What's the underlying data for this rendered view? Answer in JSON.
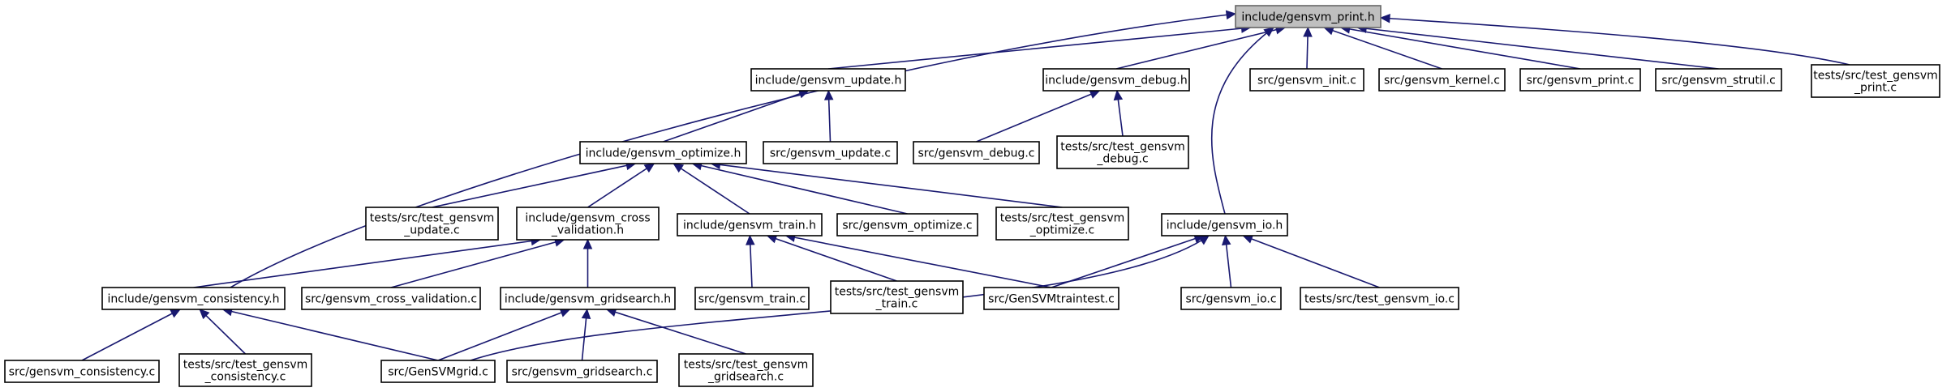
{
  "graph": {
    "nodes": [
      {
        "id": "print_h",
        "lines": [
          "include/gensvm_print.h"
        ],
        "root": true
      },
      {
        "id": "consistency_h",
        "lines": [
          "include/gensvm_consistency.h"
        ]
      },
      {
        "id": "update_h",
        "lines": [
          "include/gensvm_update.h"
        ]
      },
      {
        "id": "debug_h",
        "lines": [
          "include/gensvm_debug.h"
        ]
      },
      {
        "id": "io_h",
        "lines": [
          "include/gensvm_io.h"
        ]
      },
      {
        "id": "init_c",
        "lines": [
          "src/gensvm_init.c"
        ]
      },
      {
        "id": "kernel_c",
        "lines": [
          "src/gensvm_kernel.c"
        ]
      },
      {
        "id": "print_c",
        "lines": [
          "src/gensvm_print.c"
        ]
      },
      {
        "id": "strutil_c",
        "lines": [
          "src/gensvm_strutil.c"
        ]
      },
      {
        "id": "test_print_c",
        "lines": [
          "tests/src/test_gensvm",
          "_print.c"
        ]
      },
      {
        "id": "optimize_h",
        "lines": [
          "include/gensvm_optimize.h"
        ]
      },
      {
        "id": "update_c",
        "lines": [
          "src/gensvm_update.c"
        ]
      },
      {
        "id": "debug_c",
        "lines": [
          "src/gensvm_debug.c"
        ]
      },
      {
        "id": "test_debug_c",
        "lines": [
          "tests/src/test_gensvm",
          "_debug.c"
        ]
      },
      {
        "id": "test_update_c",
        "lines": [
          "tests/src/test_gensvm",
          "_update.c"
        ]
      },
      {
        "id": "cross_validation_h",
        "lines": [
          "include/gensvm_cross",
          "_validation.h"
        ]
      },
      {
        "id": "train_h",
        "lines": [
          "include/gensvm_train.h"
        ]
      },
      {
        "id": "optimize_c",
        "lines": [
          "src/gensvm_optimize.c"
        ]
      },
      {
        "id": "test_optimize_c",
        "lines": [
          "tests/src/test_gensvm",
          "_optimize.c"
        ]
      },
      {
        "id": "cross_validation_c",
        "lines": [
          "src/gensvm_cross_validation.c"
        ]
      },
      {
        "id": "gridsearch_h",
        "lines": [
          "include/gensvm_gridsearch.h"
        ]
      },
      {
        "id": "train_c",
        "lines": [
          "src/gensvm_train.c"
        ]
      },
      {
        "id": "test_train_c",
        "lines": [
          "tests/src/test_gensvm",
          "_train.c"
        ]
      },
      {
        "id": "traintest_c",
        "lines": [
          "src/GenSVMtraintest.c"
        ]
      },
      {
        "id": "io_c",
        "lines": [
          "src/gensvm_io.c"
        ]
      },
      {
        "id": "test_io_c",
        "lines": [
          "tests/src/test_gensvm_io.c"
        ]
      },
      {
        "id": "consistency_c",
        "lines": [
          "src/gensvm_consistency.c"
        ]
      },
      {
        "id": "test_consistency_c",
        "lines": [
          "tests/src/test_gensvm",
          "_consistency.c"
        ]
      },
      {
        "id": "grid_c",
        "lines": [
          "src/GenSVMgrid.c"
        ]
      },
      {
        "id": "gridsearch_c",
        "lines": [
          "src/gensvm_gridsearch.c"
        ]
      },
      {
        "id": "test_gridsearch_c",
        "lines": [
          "tests/src/test_gensvm",
          "_gridsearch.c"
        ]
      }
    ],
    "edges": [
      {
        "from": "consistency_h",
        "to": "print_h"
      },
      {
        "from": "update_h",
        "to": "print_h"
      },
      {
        "from": "debug_h",
        "to": "print_h"
      },
      {
        "from": "io_h",
        "to": "print_h"
      },
      {
        "from": "init_c",
        "to": "print_h"
      },
      {
        "from": "kernel_c",
        "to": "print_h"
      },
      {
        "from": "print_c",
        "to": "print_h"
      },
      {
        "from": "strutil_c",
        "to": "print_h"
      },
      {
        "from": "test_print_c",
        "to": "print_h"
      },
      {
        "from": "optimize_h",
        "to": "update_h"
      },
      {
        "from": "update_c",
        "to": "update_h"
      },
      {
        "from": "debug_c",
        "to": "debug_h"
      },
      {
        "from": "test_debug_c",
        "to": "debug_h"
      },
      {
        "from": "test_update_c",
        "to": "optimize_h"
      },
      {
        "from": "cross_validation_h",
        "to": "optimize_h"
      },
      {
        "from": "train_h",
        "to": "optimize_h"
      },
      {
        "from": "optimize_c",
        "to": "optimize_h"
      },
      {
        "from": "test_optimize_c",
        "to": "optimize_h"
      },
      {
        "from": "consistency_h",
        "to": "cross_validation_h"
      },
      {
        "from": "cross_validation_c",
        "to": "cross_validation_h"
      },
      {
        "from": "gridsearch_h",
        "to": "cross_validation_h"
      },
      {
        "from": "train_c",
        "to": "train_h"
      },
      {
        "from": "test_train_c",
        "to": "train_h"
      },
      {
        "from": "traintest_c",
        "to": "train_h"
      },
      {
        "from": "traintest_c",
        "to": "io_h"
      },
      {
        "from": "io_c",
        "to": "io_h"
      },
      {
        "from": "test_io_c",
        "to": "io_h"
      },
      {
        "from": "grid_c",
        "to": "io_h"
      },
      {
        "from": "consistency_c",
        "to": "consistency_h"
      },
      {
        "from": "test_consistency_c",
        "to": "consistency_h"
      },
      {
        "from": "grid_c",
        "to": "consistency_h"
      },
      {
        "from": "grid_c",
        "to": "gridsearch_h"
      },
      {
        "from": "gridsearch_c",
        "to": "gridsearch_h"
      },
      {
        "from": "test_gridsearch_c",
        "to": "gridsearch_h"
      }
    ]
  }
}
